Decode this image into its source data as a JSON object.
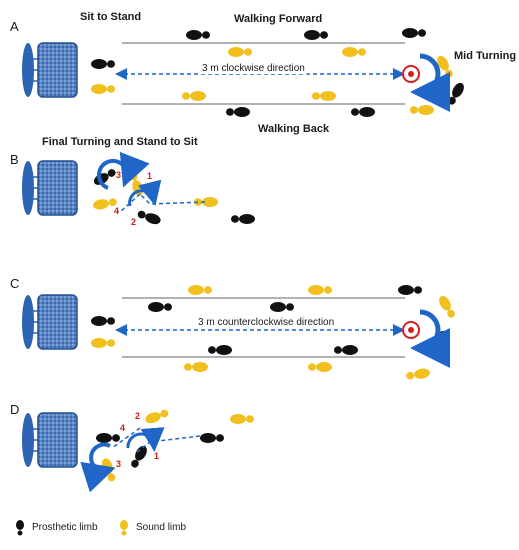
{
  "panels": [
    {
      "letter": "A"
    },
    {
      "letter": "B"
    },
    {
      "letter": "C"
    },
    {
      "letter": "D"
    }
  ],
  "labels": {
    "sit_to_stand": "Sit to Stand",
    "walking_forward": "Walking Forward",
    "mid_turning": "Mid Turning",
    "walking_back": "Walking Back",
    "final_turning": "Final Turning and Stand to Sit",
    "distance_clockwise": "3 m clockwise direction",
    "distance_counterclockwise": "3 m counterclockwise direction"
  },
  "step_numbers": {
    "panel_b": [
      "1",
      "2",
      "3",
      "4"
    ],
    "panel_d": [
      "1",
      "2",
      "3",
      "4"
    ]
  },
  "legend": {
    "prosthetic": "Prosthetic limb",
    "sound": "Sound limb"
  },
  "colors": {
    "prosthetic": "#111111",
    "sound": "#f2c01e",
    "chair": "#3f6fb5",
    "arrow": "#1f66c8",
    "target": "#d61f1f"
  }
}
